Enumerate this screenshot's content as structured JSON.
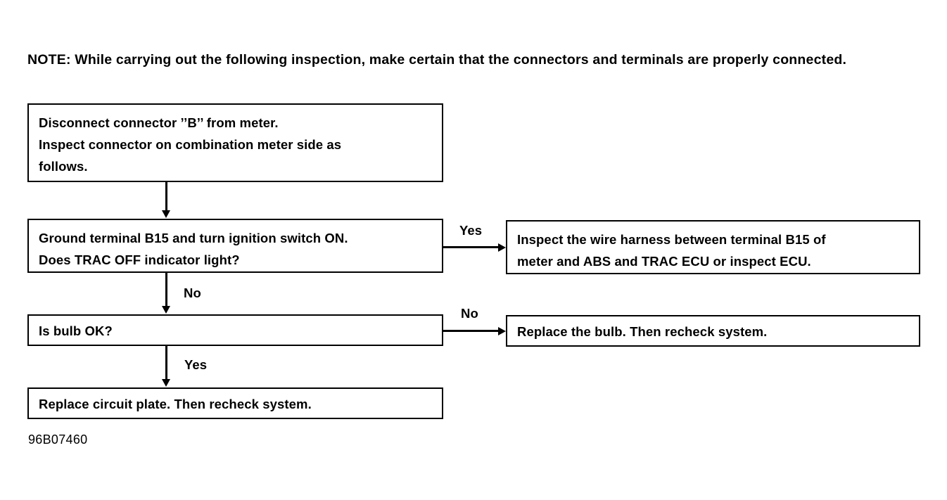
{
  "note": {
    "label": "NOTE:",
    "text": "While carrying out the following inspection, make certain that the connectors and terminals are properly connected."
  },
  "flowchart": {
    "boxes": [
      {
        "id": "disconnect",
        "lines": [
          "Disconnect connector ’’B’’ from meter.",
          "Inspect connector on combination meter side as",
          "follows."
        ]
      },
      {
        "id": "ground",
        "lines": [
          "Ground terminal B15 and turn ignition switch ON.",
          "Does TRAC OFF indicator light?"
        ]
      },
      {
        "id": "harness",
        "lines": [
          "Inspect the wire harness between terminal B15 of",
          "meter and ABS and TRAC ECU or inspect ECU."
        ]
      },
      {
        "id": "bulb",
        "lines": [
          "Is bulb OK?"
        ]
      },
      {
        "id": "replace-bulb",
        "lines": [
          "Replace the bulb. Then recheck system."
        ]
      },
      {
        "id": "circuit",
        "lines": [
          "Replace circuit plate. Then recheck system."
        ]
      }
    ],
    "branch_labels": {
      "ground_yes": "Yes",
      "ground_no": "No",
      "bulb_no": "No",
      "bulb_yes": "Yes"
    }
  },
  "figure_id": "96B07460",
  "colors": {
    "ink": "#000000",
    "paper": "#ffffff"
  }
}
